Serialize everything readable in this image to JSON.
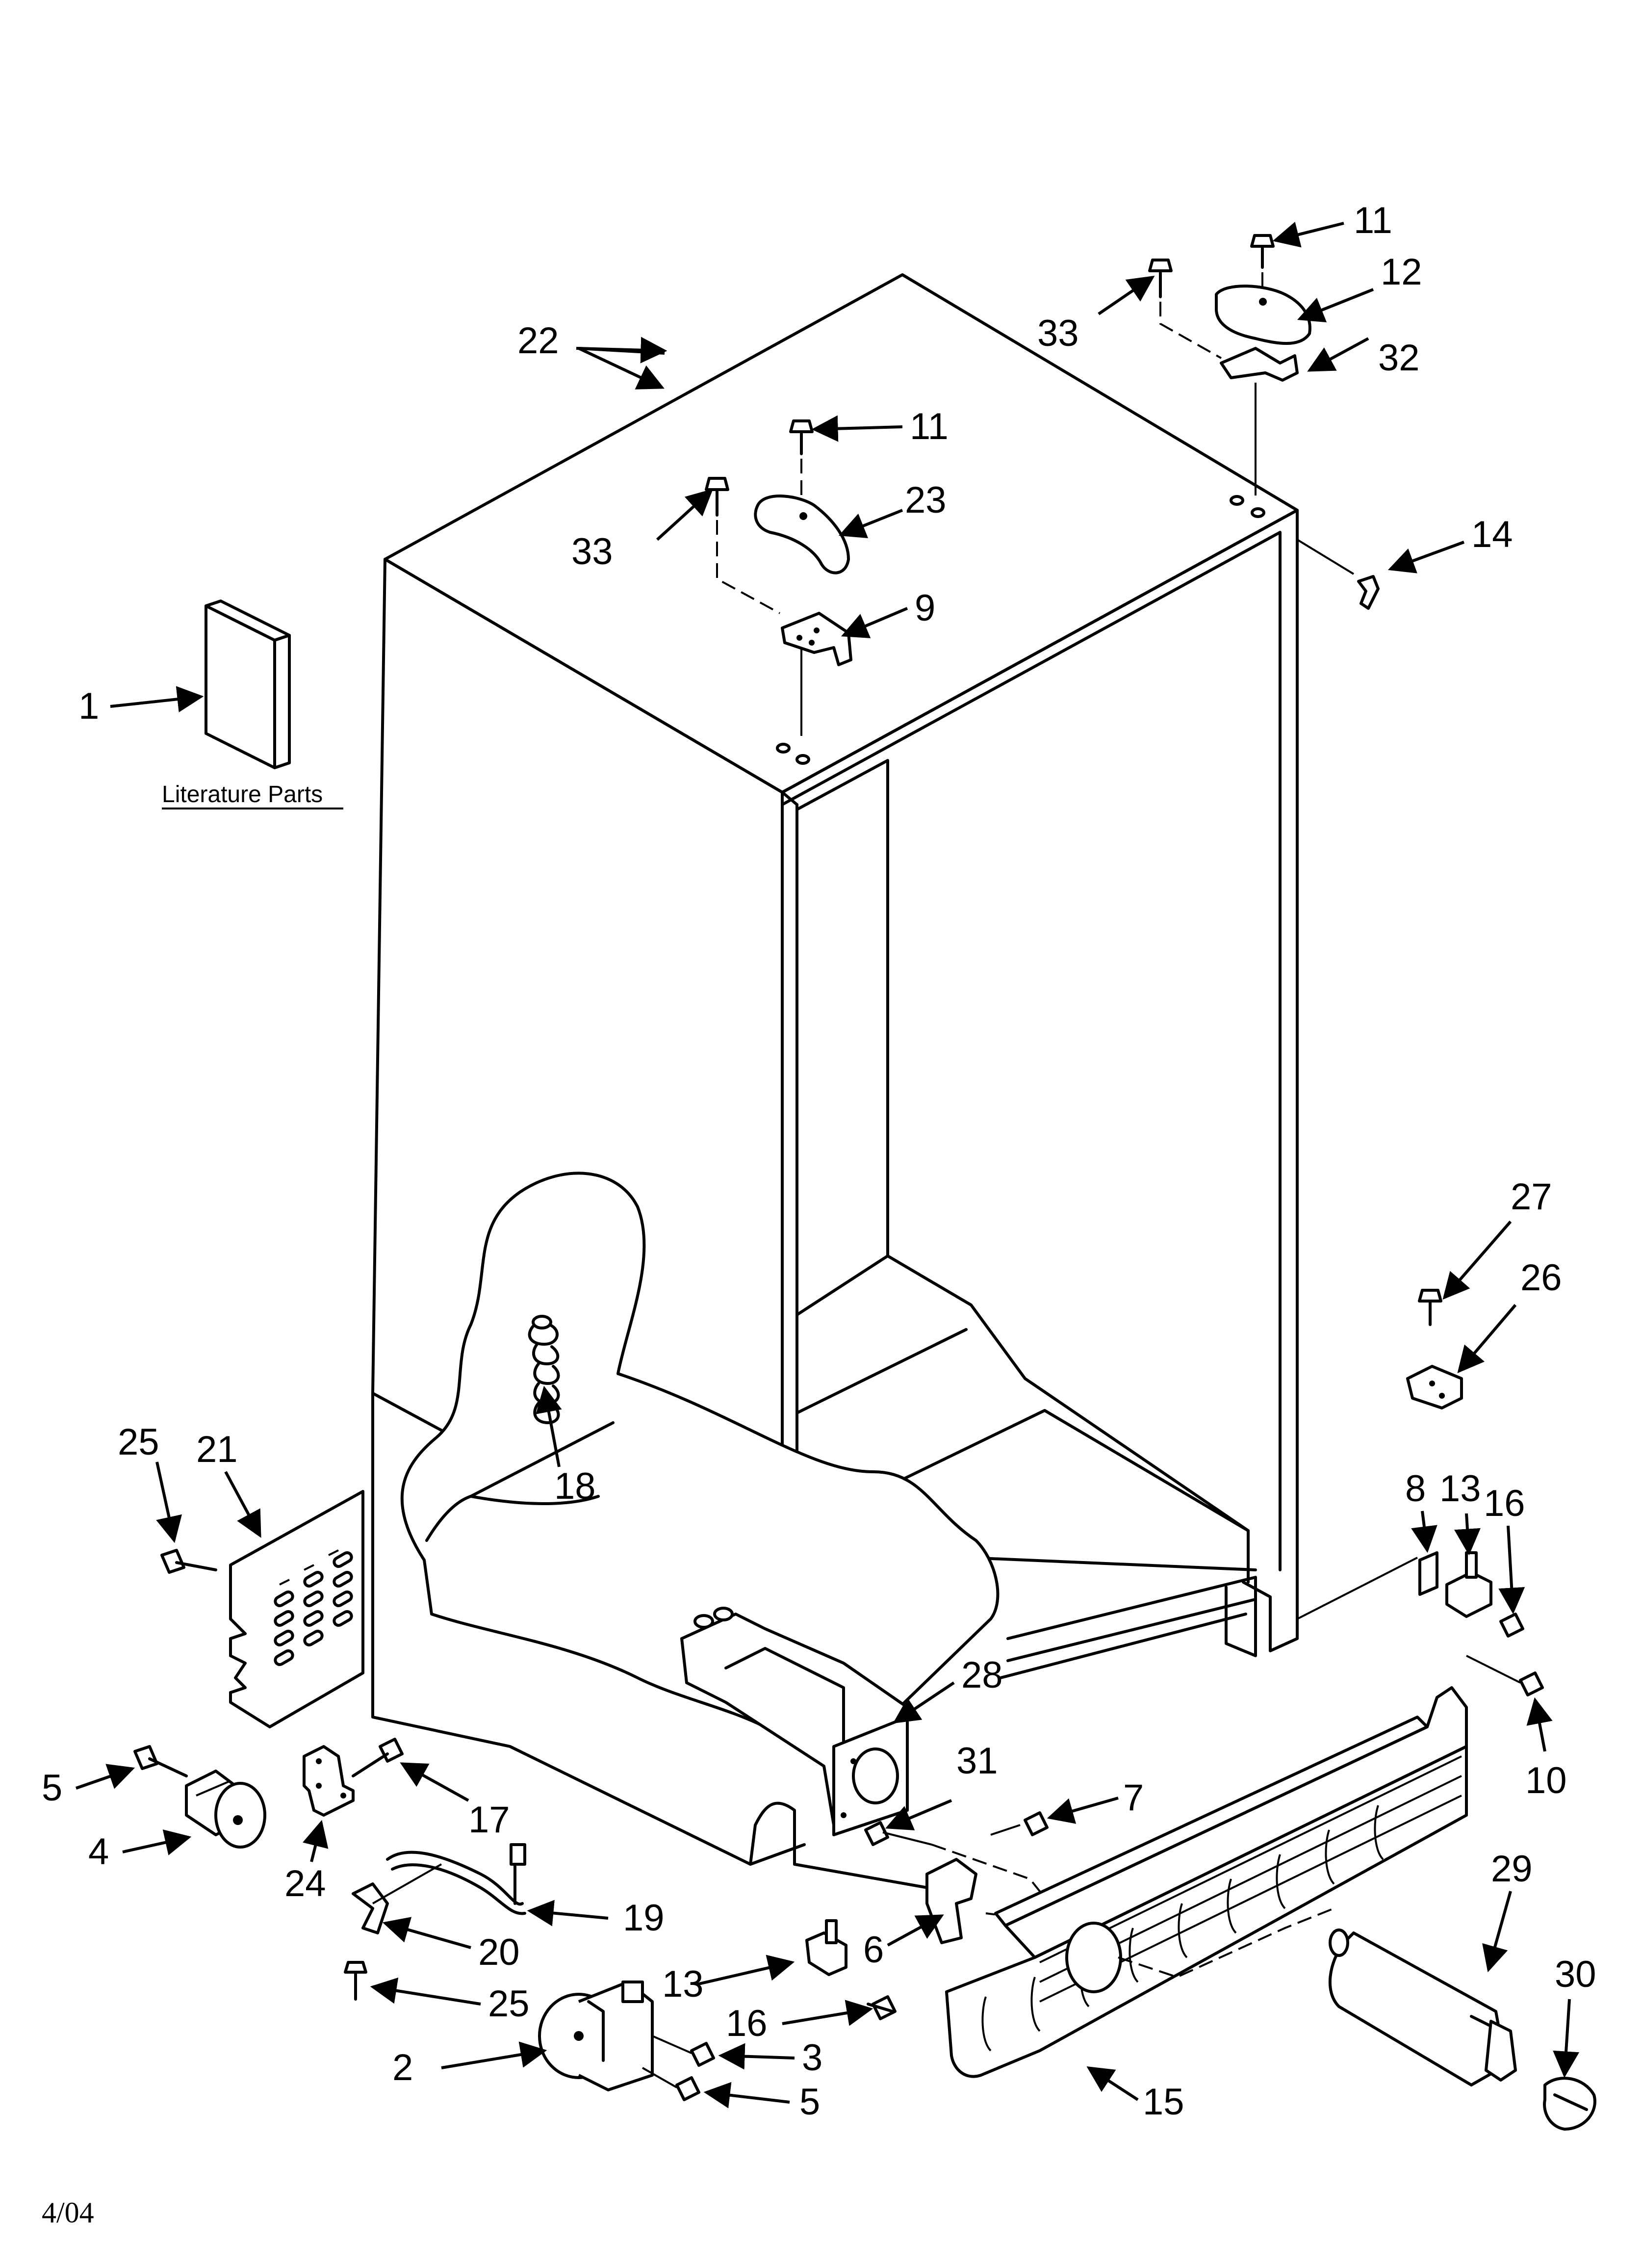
{
  "literature_label": "Literature Parts",
  "date_code": "4/04",
  "callouts": [
    {
      "id": "c1",
      "text": "1"
    },
    {
      "id": "c2",
      "text": "2"
    },
    {
      "id": "c3",
      "text": "3"
    },
    {
      "id": "c4",
      "text": "4"
    },
    {
      "id": "c5a",
      "text": "5"
    },
    {
      "id": "c5b",
      "text": "5"
    },
    {
      "id": "c6",
      "text": "6"
    },
    {
      "id": "c7",
      "text": "7"
    },
    {
      "id": "c8",
      "text": "8"
    },
    {
      "id": "c9",
      "text": "9"
    },
    {
      "id": "c10",
      "text": "10"
    },
    {
      "id": "c11a",
      "text": "11"
    },
    {
      "id": "c11b",
      "text": "11"
    },
    {
      "id": "c12",
      "text": "12"
    },
    {
      "id": "c13a",
      "text": "13"
    },
    {
      "id": "c13b",
      "text": "13"
    },
    {
      "id": "c14",
      "text": "14"
    },
    {
      "id": "c15",
      "text": "15"
    },
    {
      "id": "c16a",
      "text": "16"
    },
    {
      "id": "c16b",
      "text": "16"
    },
    {
      "id": "c17",
      "text": "17"
    },
    {
      "id": "c18",
      "text": "18"
    },
    {
      "id": "c19",
      "text": "19"
    },
    {
      "id": "c20",
      "text": "20"
    },
    {
      "id": "c21",
      "text": "21"
    },
    {
      "id": "c22",
      "text": "22"
    },
    {
      "id": "c23",
      "text": "23"
    },
    {
      "id": "c24",
      "text": "24"
    },
    {
      "id": "c25a",
      "text": "25"
    },
    {
      "id": "c25b",
      "text": "25"
    },
    {
      "id": "c26",
      "text": "26"
    },
    {
      "id": "c27",
      "text": "27"
    },
    {
      "id": "c28",
      "text": "28"
    },
    {
      "id": "c29",
      "text": "29"
    },
    {
      "id": "c30",
      "text": "30"
    },
    {
      "id": "c31",
      "text": "31"
    },
    {
      "id": "c32",
      "text": "32"
    },
    {
      "id": "c33a",
      "text": "33"
    },
    {
      "id": "c33b",
      "text": "33"
    }
  ]
}
